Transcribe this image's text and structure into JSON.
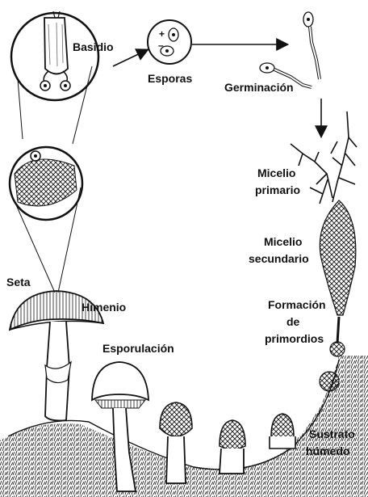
{
  "labels": {
    "basidio": "Basidio",
    "esporas": "Esporas",
    "germinacion": "Germinación",
    "micelio_primario_1": "Micelio",
    "micelio_primario_2": "primario",
    "micelio_secundario_1": "Micelio",
    "micelio_secundario_2": "secundario",
    "formacion_1": "Formación",
    "formacion_2": "de",
    "formacion_3": "primordios",
    "seta": "Seta",
    "himenio": "Himenio",
    "esporulacion": "Esporulación",
    "sustrato_1": "Sustrato",
    "sustrato_2": "húmedo"
  },
  "colors": {
    "ink": "#111111",
    "paper": "#ffffff",
    "gill": "#7a7a7a"
  }
}
